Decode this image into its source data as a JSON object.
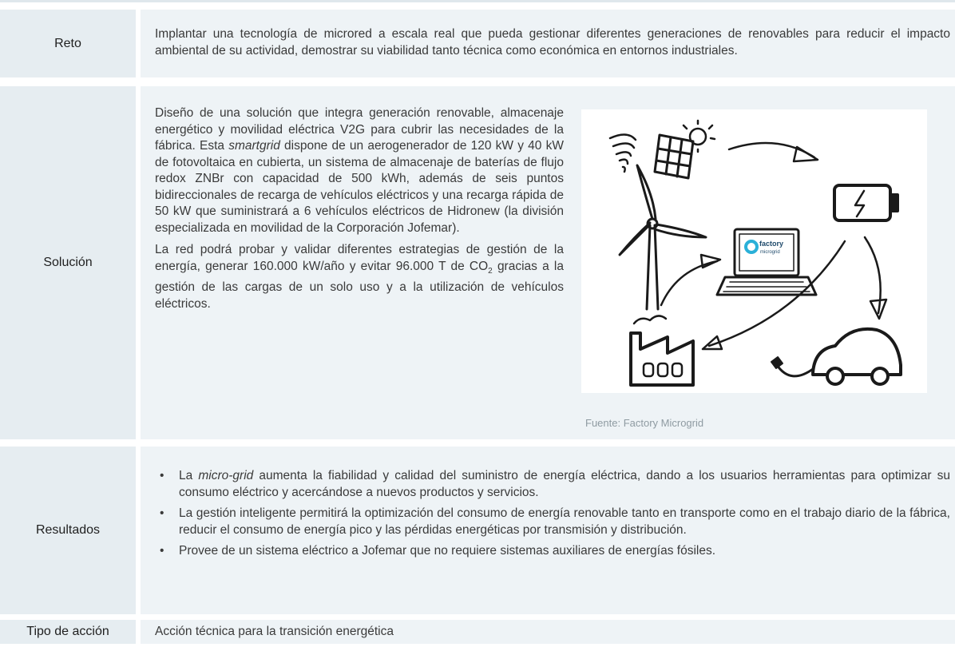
{
  "rows": {
    "reto": {
      "label": "Reto",
      "text": "Implantar una tecnología de microred a escala real que pueda gestionar diferentes generaciones de renovables para reducir el impacto ambiental de su actividad, demostrar su viabilidad tanto técnica como económica en entornos industriales."
    },
    "solucion": {
      "label": "Solución",
      "p1_a": "Diseño de una solución que integra generación renovable, almacenaje energético y movilidad eléctrica V2G para cubrir las necesidades de la fábrica. Esta ",
      "p1_em": "smartgrid",
      "p1_b": " dispone de un aerogenerador de 120 kW y 40 kW de fotovoltaica en cubierta, un sistema de almacenaje de baterías de flujo redox ZNBr con capacidad de 500 kWh, además de seis puntos bidireccionales de recarga de vehículos eléctricos y una recarga rápida de 50 kW que suministrará a 6 vehículos eléctricos de Hidronew (la división especializada en movilidad de la Corporación Jofemar).",
      "p2_a": "La red podrá probar y validar diferentes estrategias de gestión de la energía, generar 160.000 kW/año y evitar 96.000 T de CO",
      "p2_sub": "2",
      "p2_b": " gracias a la gestión de las cargas de un solo uso y a la utilización de vehículos eléctricos.",
      "figure_logo_text": "factory",
      "figure_logo_sub": "microgrid",
      "caption": "Fuente: Factory Microgrid"
    },
    "resultados": {
      "label": "Resultados",
      "bullet": "•",
      "b1_a": "La ",
      "b1_em": "micro-grid",
      "b1_b": " aumenta la fiabilidad y calidad del suministro de energía eléctrica, dando a los usuarios herramientas para optimizar su consumo eléctrico y acercándose a nuevos productos y servicios.",
      "b2": "La gestión inteligente permitirá la optimización del consumo de energía renovable tanto en transporte como en el trabajo diario de la fábrica, reducir el consumo de energía pico y las pérdidas energéticas por transmisión y distribución.",
      "b3": "Provee de un sistema eléctrico a Jofemar que no requiere sistemas auxiliares de energías fósiles."
    },
    "tipo": {
      "label": "Tipo de acción",
      "text": "Acción técnica para la transición energética"
    }
  },
  "icons": [
    "tornado-icon",
    "sun-icon",
    "solar-panel-icon",
    "wind-turbine-icon",
    "battery-icon",
    "laptop-icon",
    "factory-icon",
    "electric-car-icon",
    "arrow-icon"
  ],
  "colors": {
    "label_bg": "#e6edf1",
    "content_bg": "#eef3f6",
    "caption": "#8f9ba2"
  }
}
